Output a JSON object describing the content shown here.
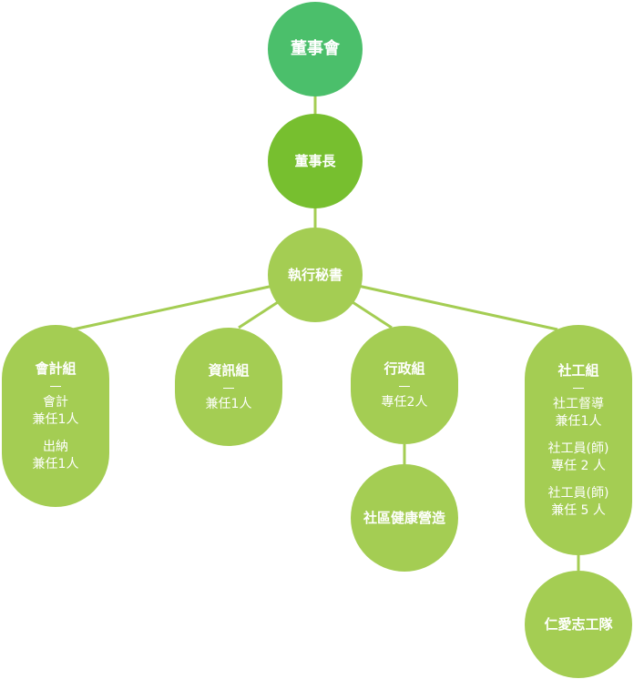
{
  "colors": {
    "top": "#4bbf6b",
    "chair": "#77bf2f",
    "light": "#a4cd53",
    "line": "#a4cd53"
  },
  "nodes": {
    "board": "董事會",
    "chair": "董事長",
    "exec": "執行秘書",
    "accounting": {
      "title": "會計組",
      "dash": "—",
      "r1a": "會計",
      "r1b": "兼任1人",
      "r2a": "出納",
      "r2b": "兼任1人"
    },
    "info": {
      "title": "資訊組",
      "dash": "—",
      "r1": "兼任1人"
    },
    "admin": {
      "title": "行政組",
      "dash": "—",
      "r1": "專任2人"
    },
    "social": {
      "title": "社工組",
      "dash": "—",
      "r1a": "社工督導",
      "r1b": "兼任1人",
      "r2a": "社工員(師)",
      "r2b": "專任 2 人",
      "r3a": "社工員(師)",
      "r3b": "兼任 5 人"
    },
    "health": "社區健康營造",
    "volunteer": "仁愛志工隊"
  }
}
